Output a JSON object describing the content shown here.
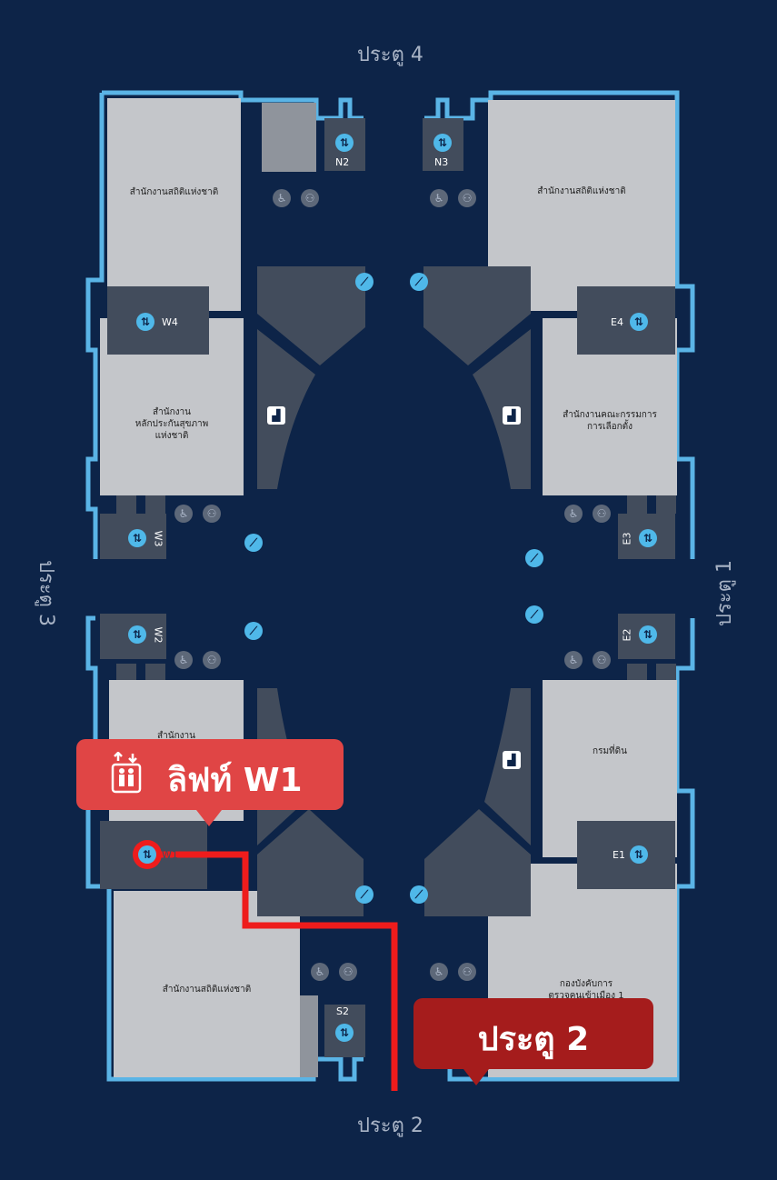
{
  "gates": {
    "north": "ประตู 4",
    "east": "ประตู 1",
    "south": "ประตู 2",
    "west": "ประตู 3"
  },
  "rooms": {
    "nw": "สำนักงานสถิติแห่งชาติ",
    "ne": "สำนักงานสถิติแห่งชาติ",
    "w_mid": "สำนักงาน\nหลักประกันสุขภาพ\nแห่งชาติ",
    "e_mid": "สำนักงานคณะกรรมการ\nการเลือกตั้ง",
    "w_low": "สำนักงาน",
    "e_low": "กรมที่ดิน",
    "sw": "สำนักงานสถิติแห่งชาติ",
    "se": "กองบังคับการ\nตรวจคนเข้าเมือง 1"
  },
  "lifts": {
    "n2": "N2",
    "n3": "N3",
    "w4": "W4",
    "e4": "E4",
    "w3": "W3",
    "e3": "E3",
    "w2": "W2",
    "e2": "E2",
    "e1": "E1",
    "s2": "S2",
    "w1": "W1"
  },
  "callouts": {
    "lift": "ลิฟท์ W1",
    "gate": "ประตู 2"
  },
  "colors": {
    "background": "#0d2448",
    "wall": "#5ab4e6",
    "route": "#ee1c1c",
    "lift_callout": "#e04545",
    "gate_callout": "#a51c1c"
  },
  "icons": {
    "lift": "elevator-icon",
    "escalator": "escalator-icon",
    "stairs": "stairs-icon",
    "wheelchair": "wheelchair-icon",
    "restroom": "restroom-icon"
  }
}
